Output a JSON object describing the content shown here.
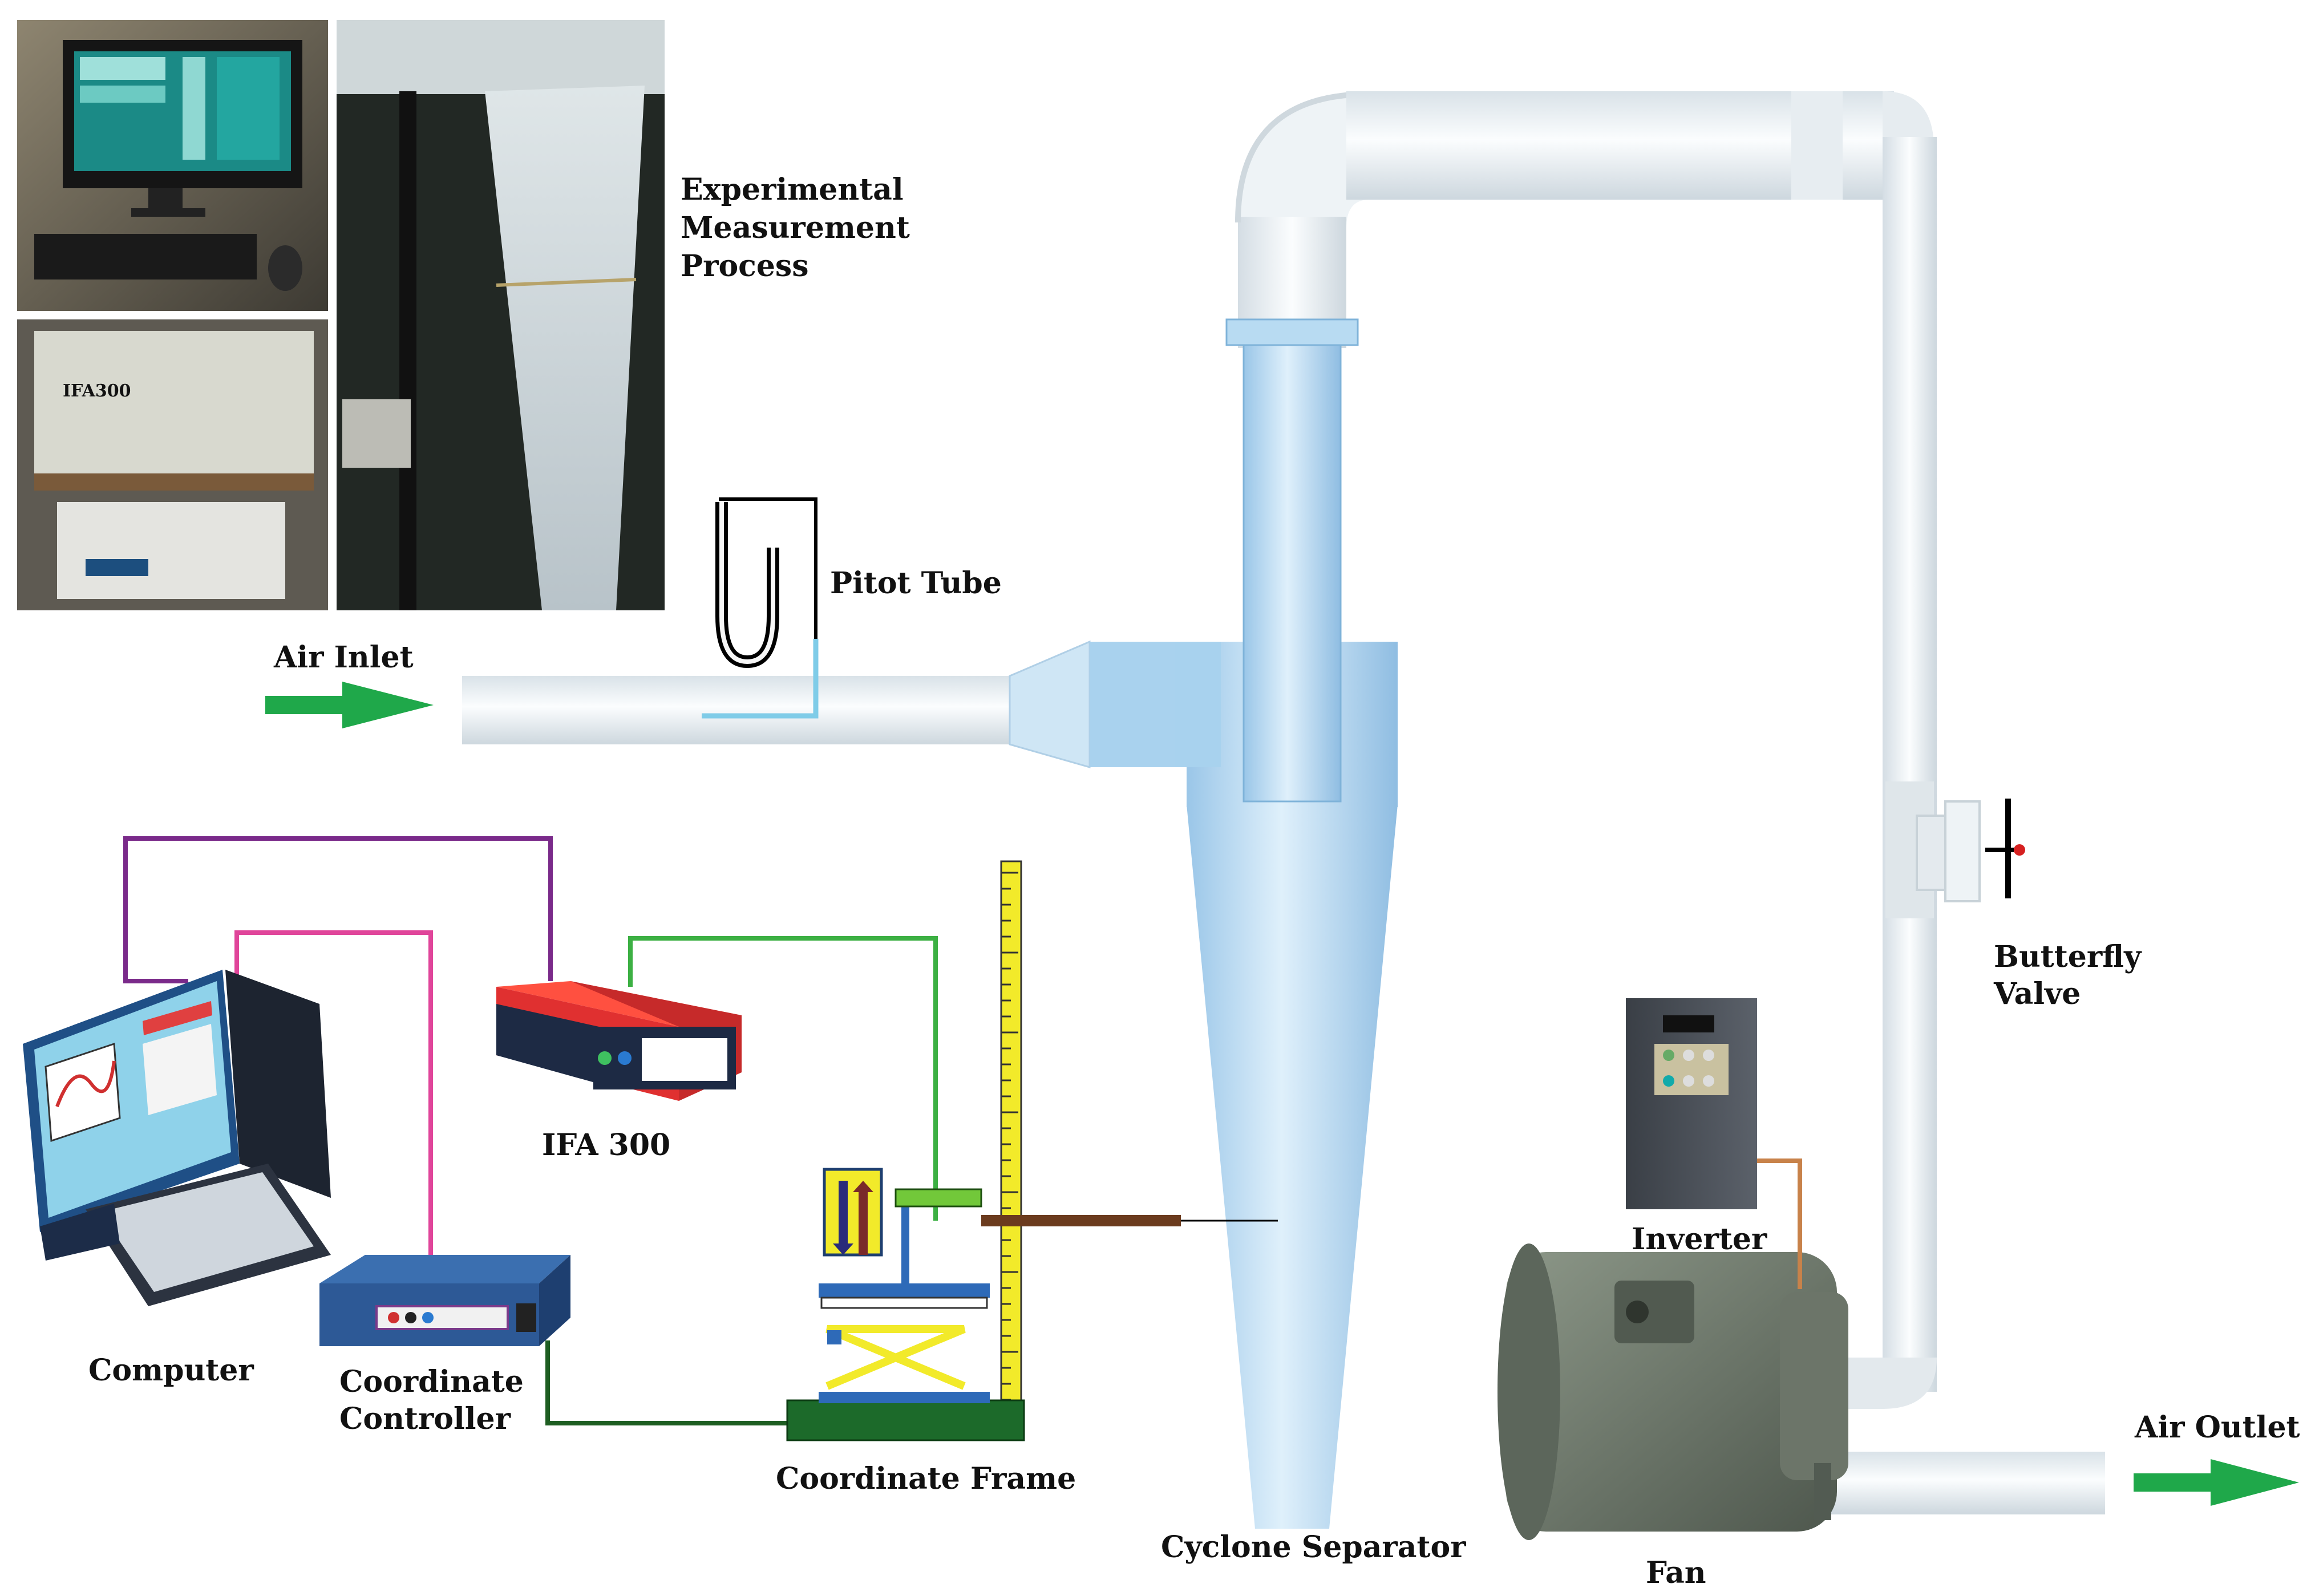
{
  "labels": {
    "experimental_line1": "Experimental",
    "experimental_line2": "Measurement",
    "experimental_line3": "Process",
    "pitot_tube": "Pitot Tube",
    "air_inlet": "Air Inlet",
    "ifa": "IFA 300",
    "computer": "Computer",
    "coord_controller_line1": "Coordinate",
    "coord_controller_line2": "Controller",
    "coord_frame": "Coordinate Frame",
    "cyclone": "Cyclone Separator",
    "fan": "Fan",
    "inverter": "Inverter",
    "butterfly_line1": "Butterfly",
    "butterfly_line2": "Valve",
    "air_outlet": "Air Outlet",
    "ifa_panel_text": "IFA300"
  },
  "colors": {
    "flow_arrow": "#1fa84a",
    "computer_wire": "#7a2a8a",
    "controller_wire": "#e0459a",
    "ifa_wire": "#3cb043",
    "frame_wire": "#1e5e22",
    "inverter_wire": "#c8824a",
    "pitot_probe": "#7fcce8",
    "hotwire_probe": "#6b3b1e",
    "pipe": "#eef3f6",
    "cyclone_body": "#9cc9ea",
    "ifa_body": "#e03030",
    "ruler": "#f2ea2a",
    "fan_body": "#6f7a6e",
    "valve_dot": "#d62020"
  }
}
